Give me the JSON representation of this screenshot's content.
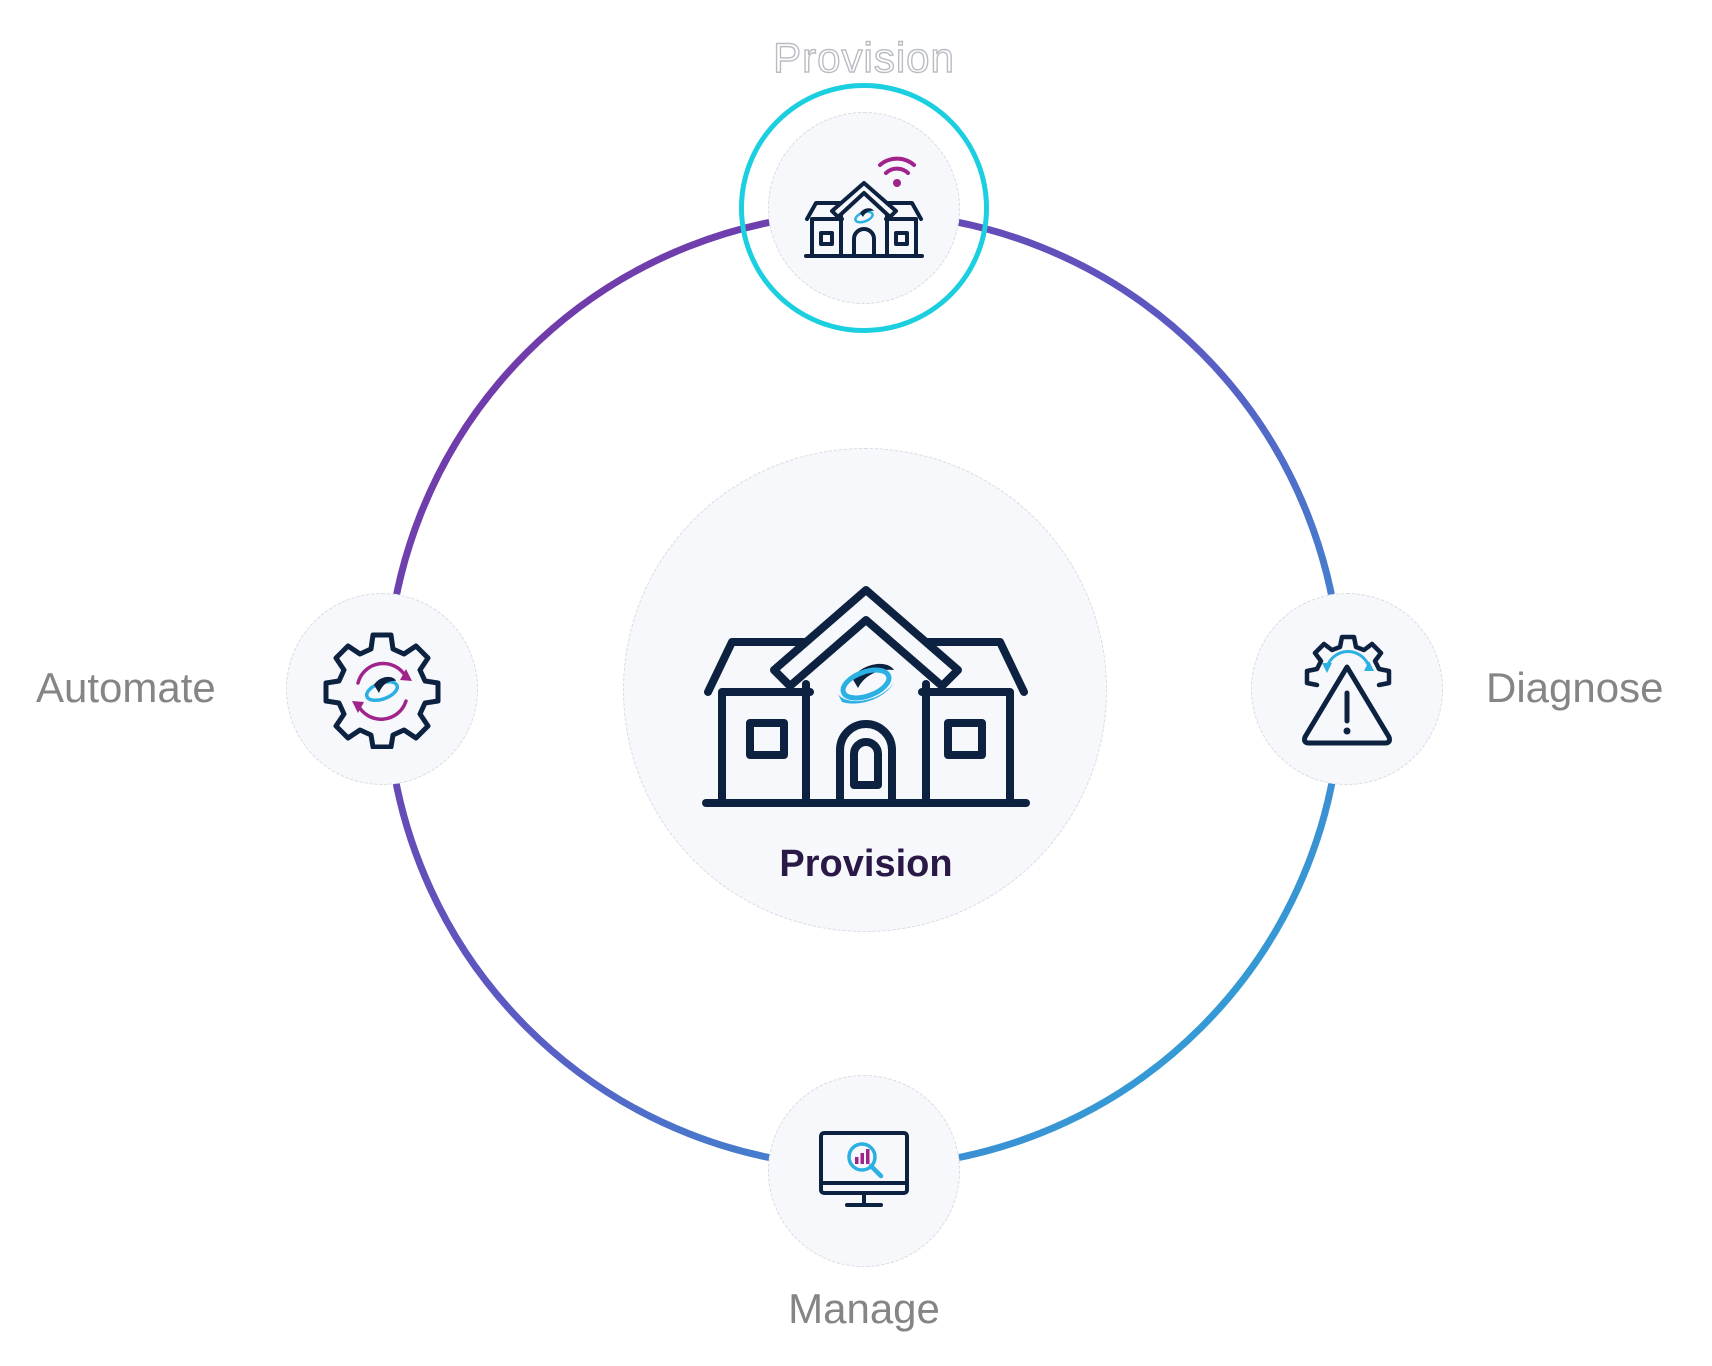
{
  "steps": {
    "top": {
      "label": "Provision",
      "icon": "wifi-house-icon"
    },
    "left": {
      "label": "Automate",
      "icon": "gear-sync-icon"
    },
    "right": {
      "label": "Diagnose",
      "icon": "gear-warning-icon"
    },
    "bottom": {
      "label": "Manage",
      "icon": "monitor-analytics-icon"
    }
  },
  "center": {
    "title": "Provision",
    "icon": "house-logo-icon"
  },
  "colors": {
    "ring_start": "#7a2ea0",
    "ring_mid": "#5a5cc4",
    "ring_end": "#25b3dc",
    "active_highlight": "#1ccfe0",
    "icon_navy": "#0d2240",
    "icon_magenta": "#a0238c",
    "icon_cyan": "#2ab0e2",
    "center_title": "#2a1947",
    "label_gray": "#858585"
  }
}
